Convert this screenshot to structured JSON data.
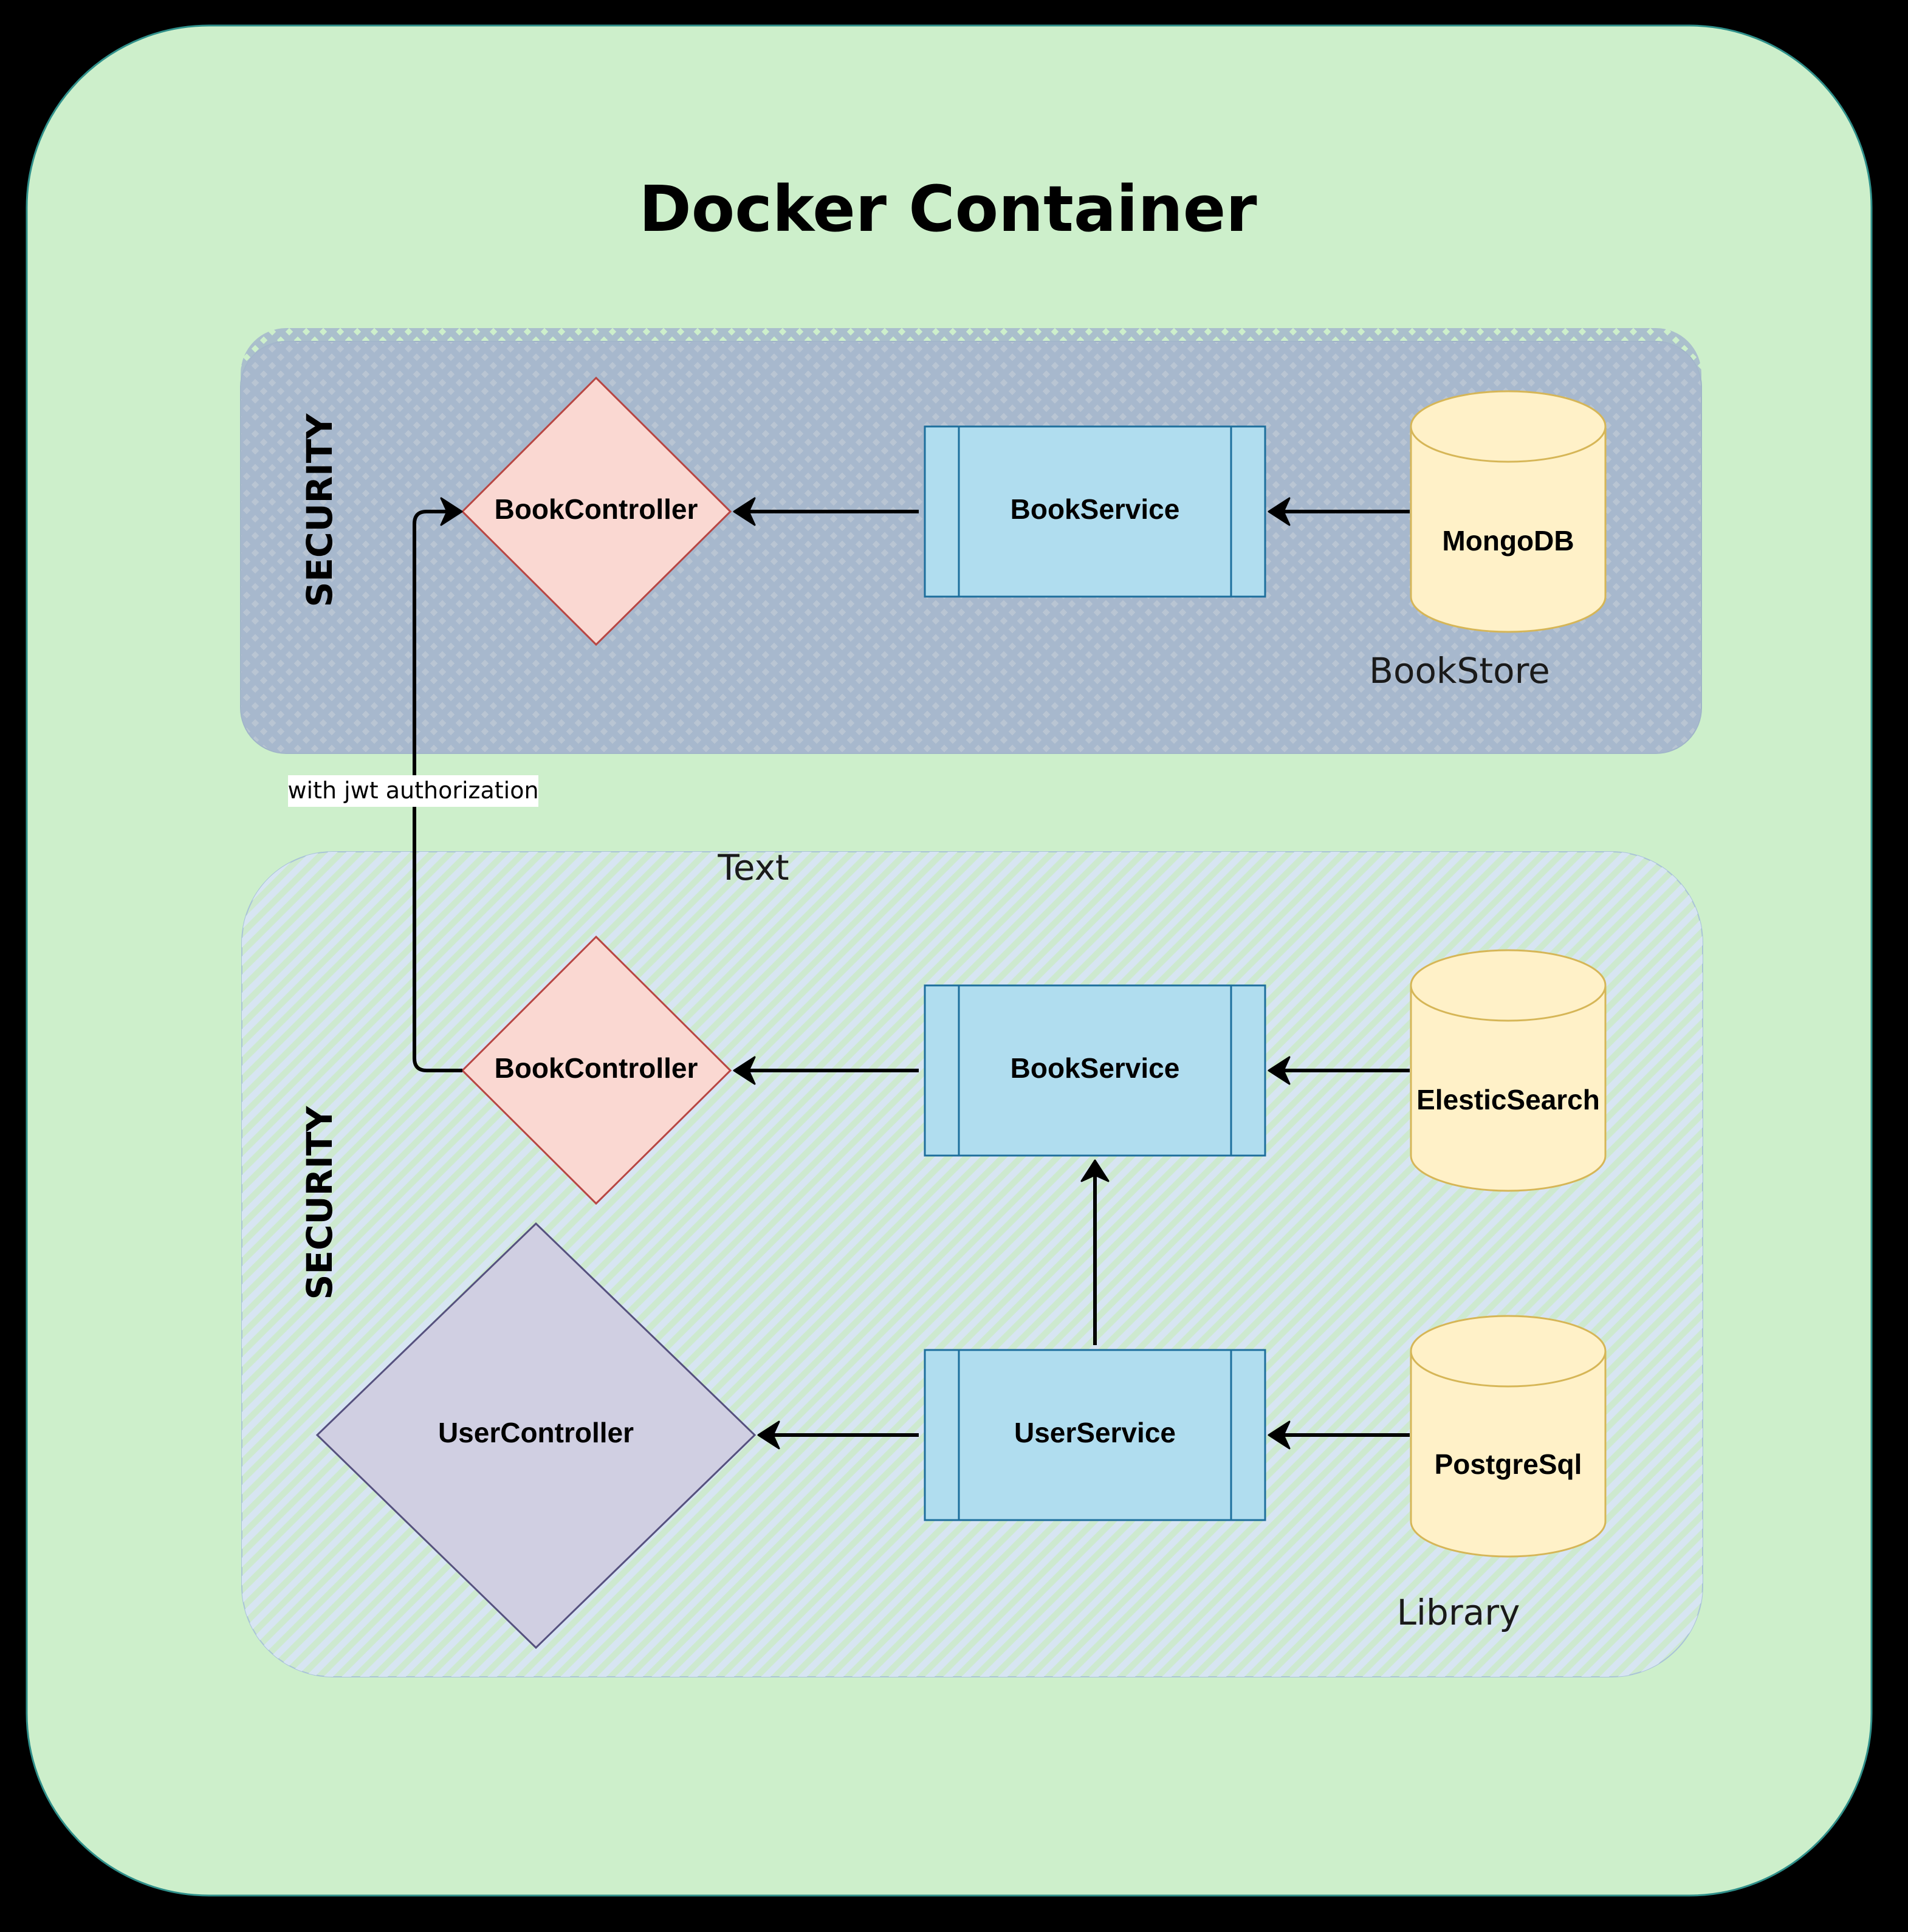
{
  "title": "Docker Container",
  "colors": {
    "background": "#000000",
    "container_fill": "#cdefcb",
    "container_stroke": "#2f8f8a",
    "controller_fill": "#fad8d2",
    "controller_stroke": "#b84643",
    "user_controller_fill": "#d0cfe2",
    "user_controller_stroke": "#56517e",
    "service_fill": "#b0ddef",
    "service_stroke": "#1d6e9c",
    "db_fill": "#fff1c8",
    "db_stroke": "#d6b657",
    "bookstore_hatch": "#a4b6cc",
    "library_hatch": "#d7e5f2"
  },
  "bookstore": {
    "security_label": "SECURITY",
    "controller": "BookController",
    "service": "BookService",
    "database": "MongoDB",
    "name": "BookStore"
  },
  "edge_label": "with jwt authorization",
  "free_text": "Text",
  "library": {
    "security_label": "SECURITY",
    "book_controller": "BookController",
    "book_service": "BookService",
    "search_db": "ElesticSearch",
    "user_controller": "UserController",
    "user_service": "UserService",
    "user_db": "PostgreSql",
    "name": "Library"
  }
}
